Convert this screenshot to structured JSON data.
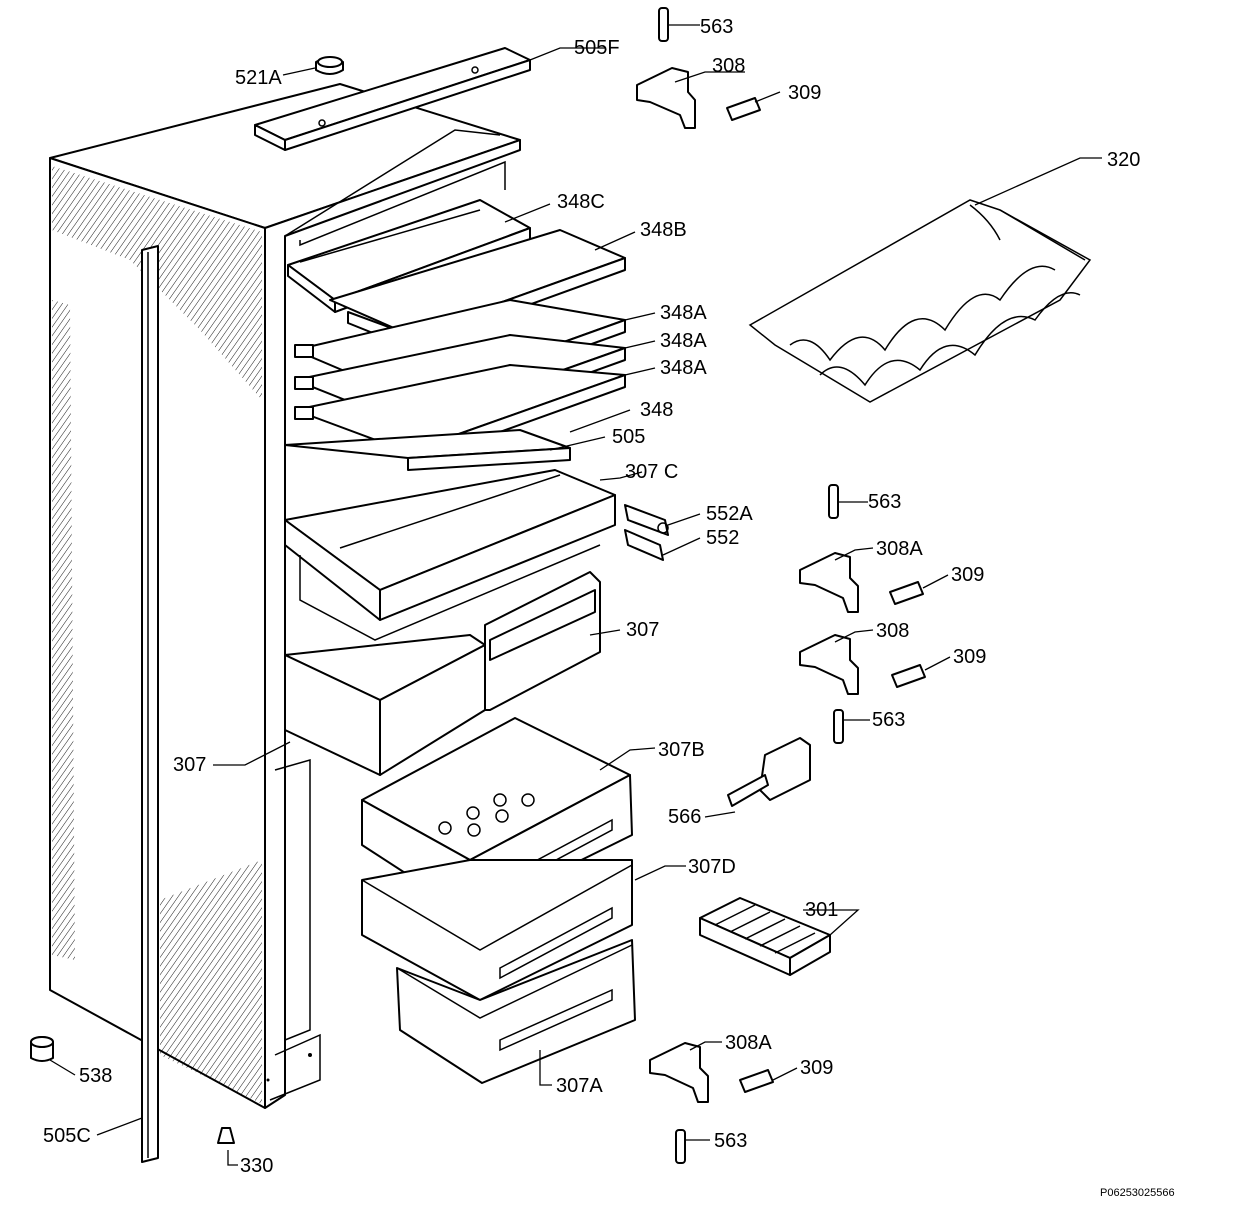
{
  "drawing_code": "P06253025566",
  "labels": {
    "l563_top": "563",
    "l308_top": "308",
    "l309_top": "309",
    "l521a": "521A",
    "l505f": "505F",
    "l320": "320",
    "l348c": "348C",
    "l348b": "348B",
    "l348a_1": "348A",
    "l348a_2": "348A",
    "l348a_3": "348A",
    "l348": "348",
    "l505": "505",
    "l307c": "307 C",
    "l552a": "552A",
    "l552": "552",
    "l563_mid": "563",
    "l308a_mid": "308A",
    "l309_mid1": "309",
    "l308_mid": "308",
    "l309_mid2": "309",
    "l307_right": "307",
    "l563_lower": "563",
    "l307_left": "307",
    "l307b": "307B",
    "l566": "566",
    "l307d": "307D",
    "l301": "301",
    "l308a_bottom": "308A",
    "l309_bottom": "309",
    "l307a": "307A",
    "l563_bottom": "563",
    "l538": "538",
    "l505c": "505C",
    "l330": "330"
  }
}
